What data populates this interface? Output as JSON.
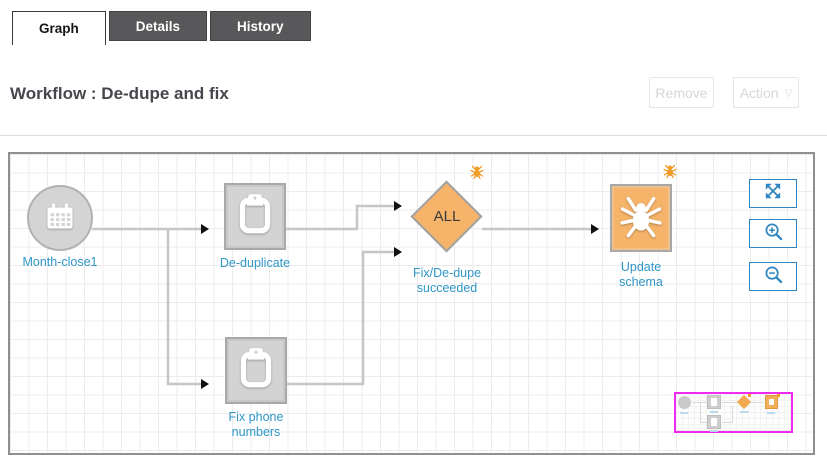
{
  "tabs": [
    {
      "label": "Graph",
      "active": true
    },
    {
      "label": "Details",
      "active": false
    },
    {
      "label": "History",
      "active": false
    }
  ],
  "header": {
    "title": "Workflow : De-dupe and fix",
    "remove_button": "Remove",
    "action_button": "Action",
    "action_dropdown_glyph": "▽"
  },
  "workflow": {
    "nodes": [
      {
        "id": "month-close1",
        "label": "Month-close1",
        "shape": "circle",
        "icon": "calendar-icon",
        "color": "#d4d4d4"
      },
      {
        "id": "de-duplicate",
        "label": "De-duplicate",
        "shape": "square",
        "icon": "clipboard-icon",
        "color": "#d3d3d3"
      },
      {
        "id": "fix-phone-numbers",
        "label": "Fix phone numbers",
        "shape": "square",
        "icon": "clipboard-icon",
        "color": "#d3d3d3"
      },
      {
        "id": "gate",
        "label": "Fix/De-dupe succeeded",
        "shape": "diamond",
        "text": "ALL",
        "color": "#f6b46a"
      },
      {
        "id": "update-schema",
        "label": "Update schema",
        "shape": "square",
        "icon": "spider-icon",
        "color": "#f6b46a"
      }
    ],
    "edges": [
      {
        "from": "month-close1",
        "to": "de-duplicate"
      },
      {
        "from": "month-close1",
        "to": "fix-phone-numbers"
      },
      {
        "from": "de-duplicate",
        "to": "gate"
      },
      {
        "from": "fix-phone-numbers",
        "to": "gate"
      },
      {
        "from": "gate",
        "to": "update-schema"
      }
    ]
  },
  "controls": {
    "fit_screen": "expand-icon",
    "zoom_in": "zoom-in-icon",
    "zoom_out": "zoom-out-icon"
  },
  "colors": {
    "label_blue": "#2f96c8",
    "control_blue": "#2e86c1",
    "node_orange": "#f6b46a",
    "node_gray": "#d4d4d4",
    "minimap_border": "#ee2bee",
    "tab_dark": "#58585a"
  }
}
